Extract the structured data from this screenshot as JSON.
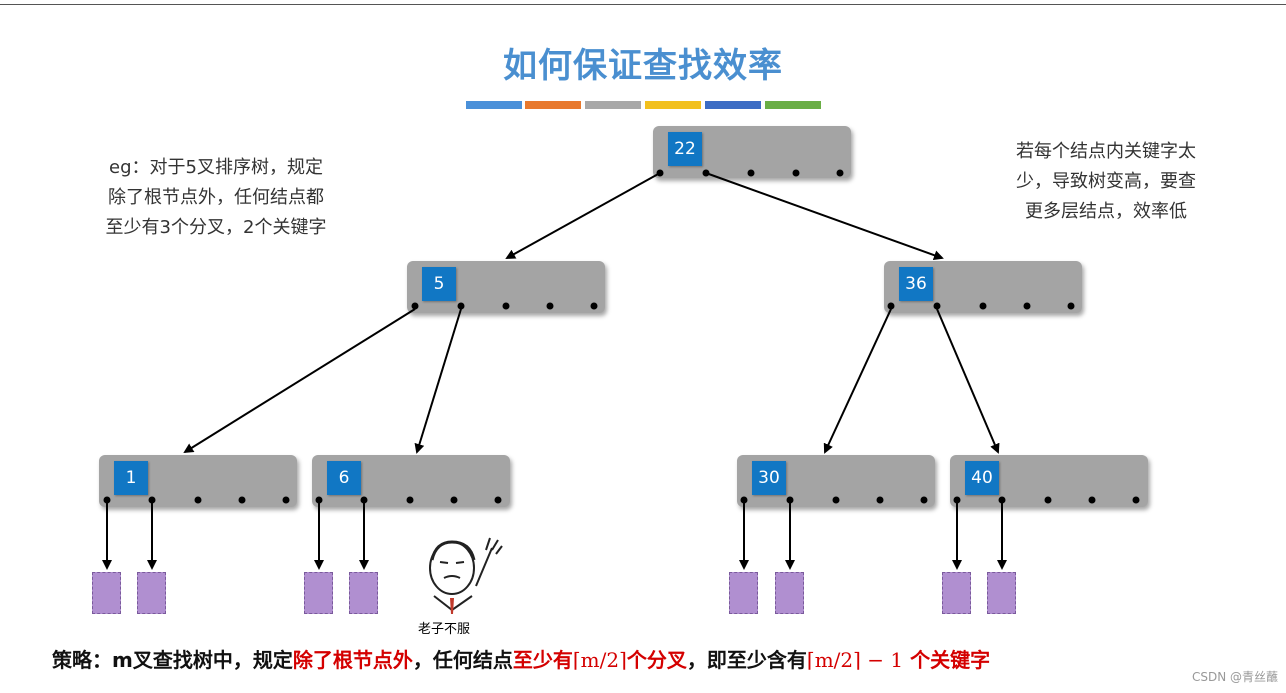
{
  "title": "如何保证查找效率",
  "title_bar_colors": [
    "#4a90d9",
    "#e8792e",
    "#a8a8a8",
    "#f2c01e",
    "#3c6cc4",
    "#6aae45"
  ],
  "note_left": [
    "eg：对于5叉排序树，规定",
    "除了根节点外，任何结点都",
    "至少有3个分叉，2个关键字"
  ],
  "note_right": [
    "若每个结点内关键字太",
    "少，导致树变高，要查",
    "更多层结点，效率低"
  ],
  "nodes": {
    "root": "22",
    "mid_left": "5",
    "mid_right": "36",
    "leaf_1": "1",
    "leaf_6": "6",
    "leaf_30": "30",
    "leaf_40": "40"
  },
  "meme_label": "老子不服",
  "strategy": {
    "p1": "策略：m叉查找树中，规定",
    "p2": "除了根节点外",
    "p3": "，任何结点",
    "p4": "至少有",
    "p5": "⌈m/2⌉",
    "p6": "个分叉",
    "p7": "，即至少含有",
    "p8": "⌈m/2⌉ − 1",
    "p9": " 个关键字"
  },
  "csdn_mark": "CSDN @青丝蘸"
}
